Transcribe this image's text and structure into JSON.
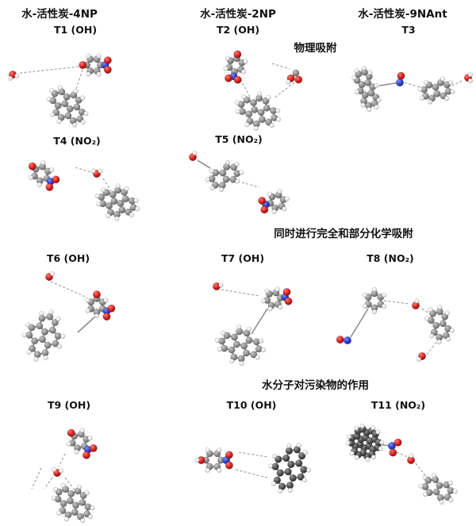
{
  "figure": {
    "columns": [
      {
        "label": "水-活性炭-4NP"
      },
      {
        "label": "水-活性炭-2NP"
      },
      {
        "label": "水-活性炭-9NAnt"
      }
    ],
    "sections": [
      {
        "label": "物理吸附"
      },
      {
        "label": "同时进行完全和部分化学吸附"
      },
      {
        "label": "水分子对污染物的作用"
      }
    ],
    "panels": [
      {
        "id": "T1",
        "label": "T1 (OH)"
      },
      {
        "id": "T2",
        "label": "T2 (OH)"
      },
      {
        "id": "T3",
        "label": "T3"
      },
      {
        "id": "T4",
        "label": "T4 (NO₂)"
      },
      {
        "id": "T5",
        "label": "T5 (NO₂)"
      },
      {
        "id": "T6",
        "label": "T6 (OH)"
      },
      {
        "id": "T7",
        "label": "T7 (OH)"
      },
      {
        "id": "T8",
        "label": "T8 (NO₂)"
      },
      {
        "id": "T9",
        "label": "T9 (OH)"
      },
      {
        "id": "T10",
        "label": "T10 (OH)"
      },
      {
        "id": "T11",
        "label": "T11 (NO₂)"
      }
    ],
    "atom_colors": {
      "carbon": "#8f8f8f",
      "carbon_dark": "#4f4f4f",
      "hydrogen": "#ececec",
      "oxygen": "#d62020",
      "nitrogen": "#2b3fd0"
    }
  }
}
